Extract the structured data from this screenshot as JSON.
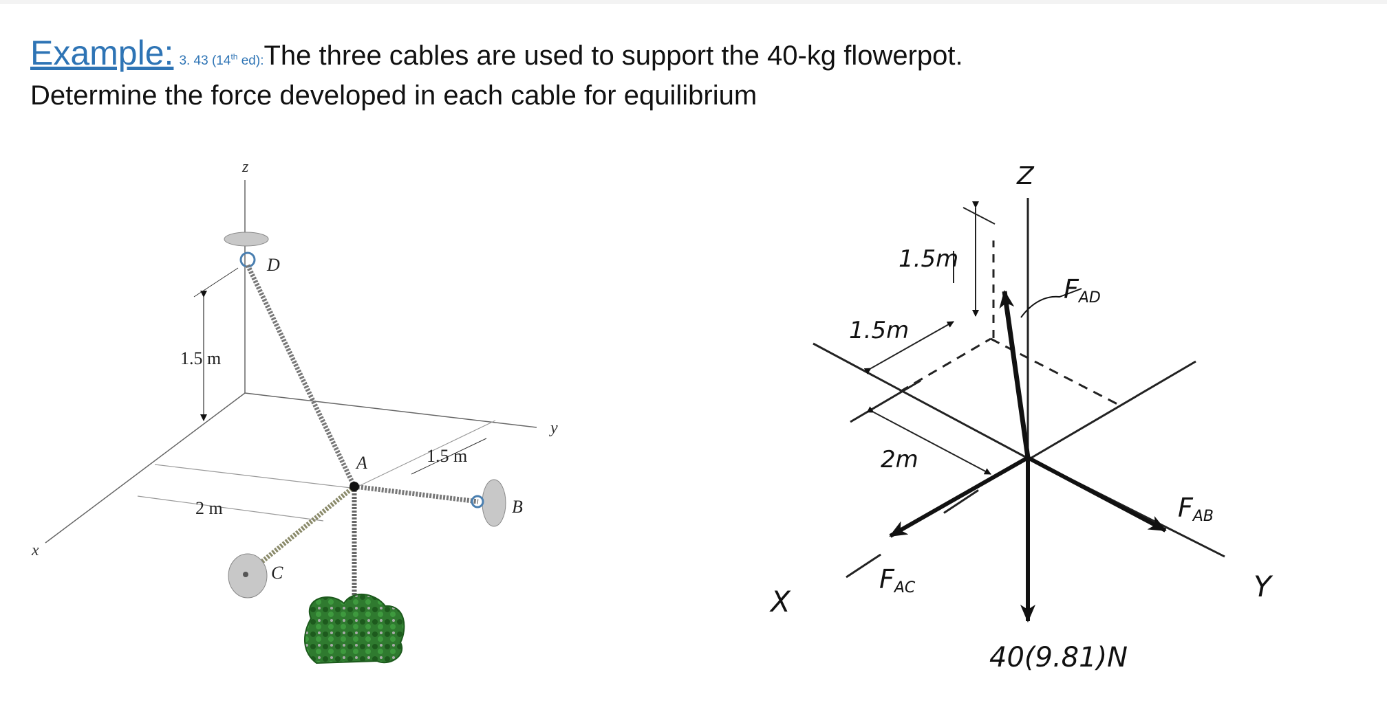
{
  "header": {
    "example_label": "Example:",
    "reference_prefix": "3. 43 (14",
    "reference_sup": "th",
    "reference_suffix": " ed):",
    "title_line1": "The three cables are used to support the 40-kg flowerpot.",
    "title_line2": "Determine the force developed in each cable for equilibrium"
  },
  "figure_left": {
    "axis_z": "z",
    "axis_y": "y",
    "axis_x": "x",
    "point_d": "D",
    "point_a": "A",
    "point_b": "B",
    "point_c": "C",
    "dim_vertical": "1.5 m",
    "dim_ab": "1.5 m",
    "dim_ac": "2 m"
  },
  "figure_right": {
    "axis_z": "Z",
    "axis_x": "X",
    "axis_y": "Y",
    "dim_top": "1.5m",
    "dim_side": "1.5m",
    "dim_x": "2m",
    "force_ad": "F",
    "force_ad_sub": "AD",
    "force_ab": "F",
    "force_ab_sub": "AB",
    "force_ac": "F",
    "force_ac_sub": "AC",
    "weight": "40(9.81)N"
  },
  "colors": {
    "link": "#2e74b5",
    "text": "#111111",
    "cable": "#777777",
    "plant": "#2f7a2f"
  }
}
